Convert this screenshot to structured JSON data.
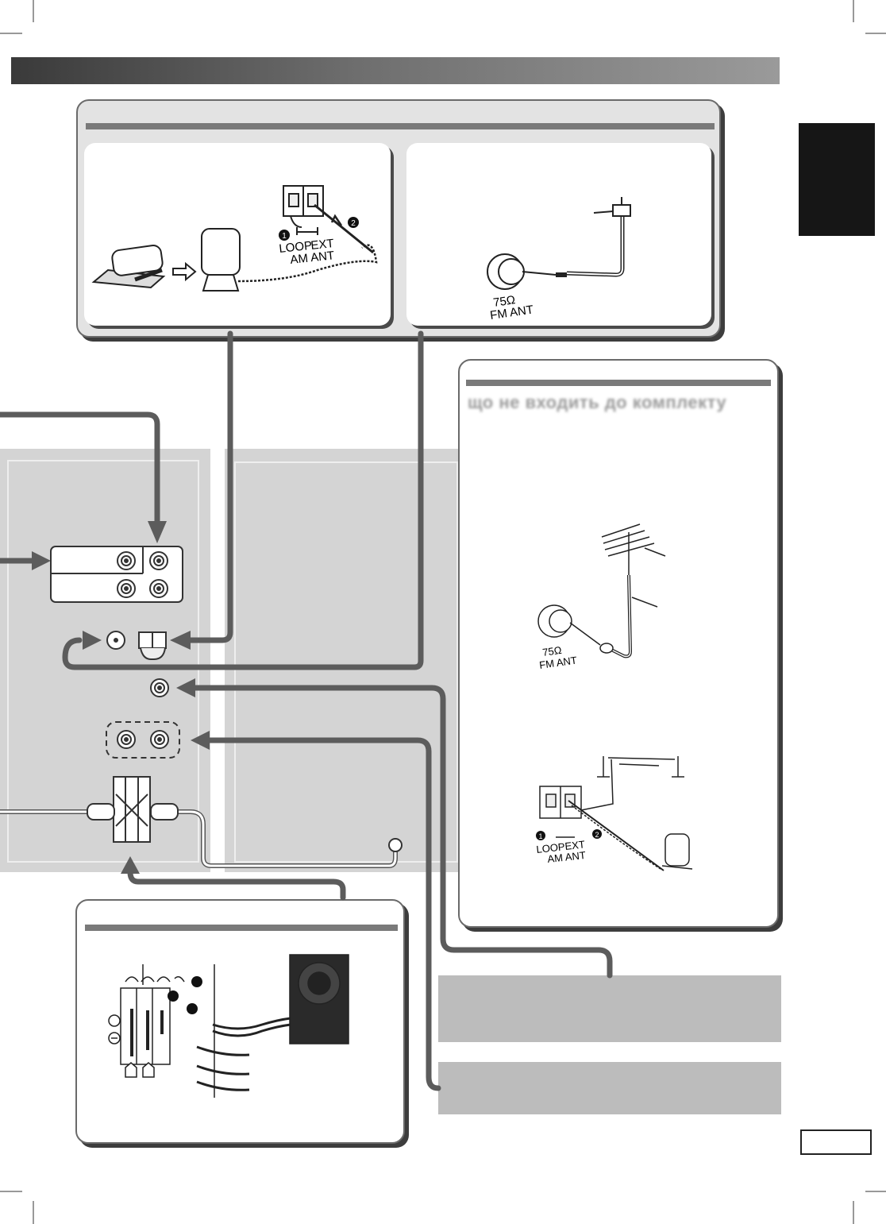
{
  "top_panel": {
    "title": "",
    "am_terminal": {
      "loop_label": "LOOP",
      "ext_label": "EXT",
      "am_ant_label": "AM ANT",
      "step1": "1",
      "step2": "2"
    },
    "fm_terminal": {
      "ohm_label": "75Ω",
      "fm_ant_label": "FM ANT"
    }
  },
  "outdoor_panel": {
    "title_line1": "",
    "title_line2": "що не входить до комплекту",
    "fm_ohm_label": "75Ω",
    "fm_ant_label": "FM ANT",
    "loop_label": "LOOP",
    "ext_label": "EXT",
    "am_ant_label": "AM ANT",
    "step1": "1",
    "step2": "2"
  },
  "speaker_panel": {
    "title": ""
  },
  "colors": {
    "cable": "#5c5c5c",
    "header_dark": "#3a3a3a",
    "zone": "#d4d4d4",
    "ref_box": "#bcbcbc"
  }
}
